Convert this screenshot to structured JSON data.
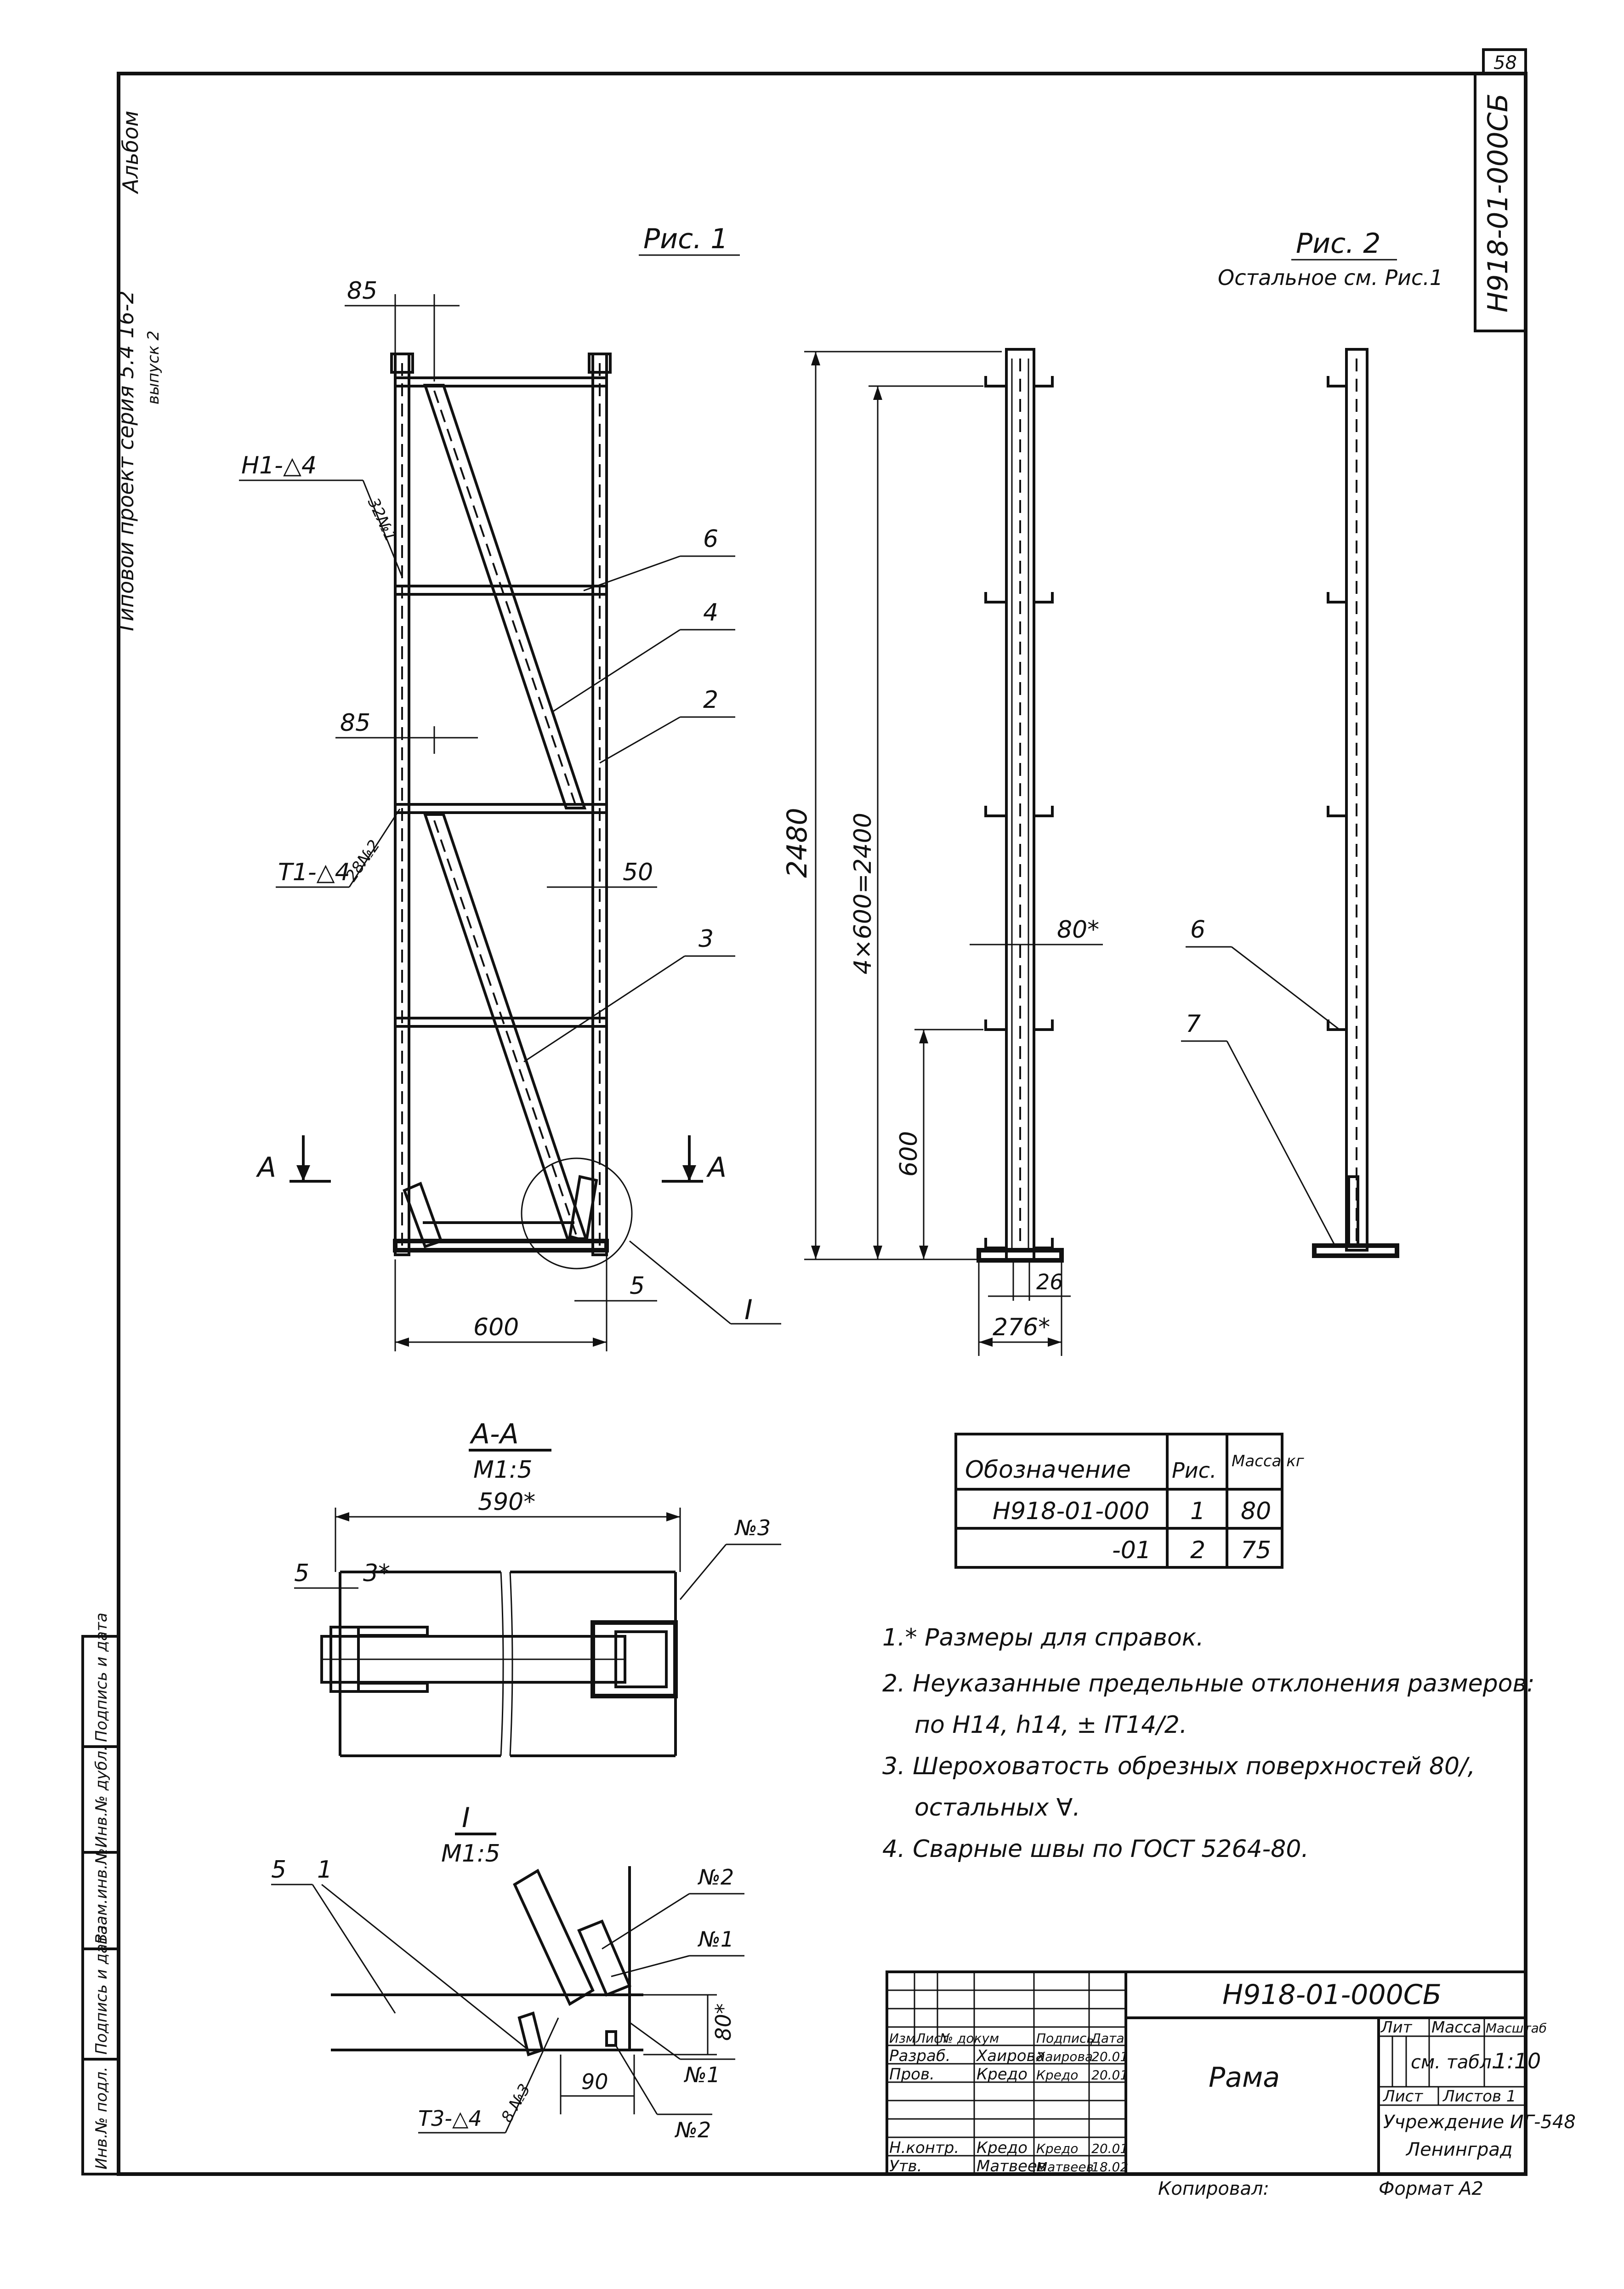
{
  "sheet": {
    "page_number": "58",
    "designation": "Н918-01-000СБ",
    "format": "Формат А2",
    "copied_by": "Копировал:"
  },
  "margin": {
    "album": "Альбом",
    "project": "Типовой проект серия 5.4 16-2",
    "issue": "выпуск 2"
  },
  "fig1": {
    "title": "Рис. 1",
    "dim_85_top": "85",
    "dim_85_mid": "85",
    "dim_50": "50",
    "dim_5": "5",
    "dim_600": "600",
    "weld_h1": "Н1-△4",
    "weld_h1_ref": "32№1",
    "weld_t1": "Т1-△4",
    "weld_t1_ref": "28№2",
    "pos_6": "6",
    "pos_4": "4",
    "pos_2": "2",
    "pos_3": "3",
    "section_a": "А",
    "node_ref": "I"
  },
  "side": {
    "dim_2480": "2480",
    "dim_4x600": "4×600=2400",
    "dim_600": "600",
    "dim_80": "80*",
    "dim_26": "26",
    "dim_276": "276*"
  },
  "fig2": {
    "title": "Рис. 2",
    "subtitle": "Остальное см. Рис.1",
    "pos_6": "6",
    "pos_7": "7"
  },
  "section_aa": {
    "title": "А-А",
    "scale": "М1:5",
    "dim_590": "590*",
    "dim_5": "5",
    "dim_3": "3*",
    "ref_n3": "№3"
  },
  "node_i": {
    "title": "I",
    "scale": "М1:5",
    "pos_5": "5",
    "pos_1": "1",
    "ref_n2_top": "№2",
    "ref_n1_top": "№1",
    "ref_n1_bottom": "№1",
    "ref_n2_bottom": "№2",
    "dim_80": "80*",
    "dim_90": "90",
    "weld_t3": "Т3-△4",
    "weld_t3_ref": "8 №3"
  },
  "spec_table": {
    "headers": [
      "Обозначение",
      "Рис.",
      "Масса кг"
    ],
    "rows": [
      [
        "Н918-01-000",
        "1",
        "80"
      ],
      [
        "-01",
        "2",
        "75"
      ]
    ]
  },
  "notes": [
    "1.* Размеры для справок.",
    "2. Неуказанные предельные отклонения размеров:",
    "по Н14, h14, ± IT14/2.",
    "3. Шероховатость обрезных поверхностей 80/,",
    "остальных ∀.",
    "4. Сварные швы по ГОСТ 5264-80."
  ],
  "title_block": {
    "designation": "Н918-01-000СБ",
    "name": "Рама",
    "col_headers": [
      "Изм",
      "Лист",
      "№ докум",
      "Подпись",
      "Дата"
    ],
    "people": [
      {
        "role": "Разраб.",
        "name": "Хаирова",
        "sign": "Хаирова",
        "date": "20.01"
      },
      {
        "role": "Пров.",
        "name": "Кредо",
        "sign": "Кредо",
        "date": "20.01"
      },
      {
        "role": "Н.контр.",
        "name": "Кредо",
        "sign": "Кредо",
        "date": "20.01"
      },
      {
        "role": "Утв.",
        "name": "Матвеев",
        "sign": "Матвеев",
        "date": "18.02"
      }
    ],
    "lit_label": "Лит",
    "mass_label": "Масса",
    "scale_label": "Масштаб",
    "mass_value": "см. табл.",
    "scale_value": "1:10",
    "sheet_label": "Лист",
    "sheets_label": "Листов 1",
    "org": "Учреждение ИГ-548",
    "city": "Ленинград"
  },
  "left_strip": [
    "Подпись и дата",
    "Инв.№ дубл.",
    "Взам.инв.№",
    "Подпись и дата",
    "Инв.№ подл."
  ]
}
